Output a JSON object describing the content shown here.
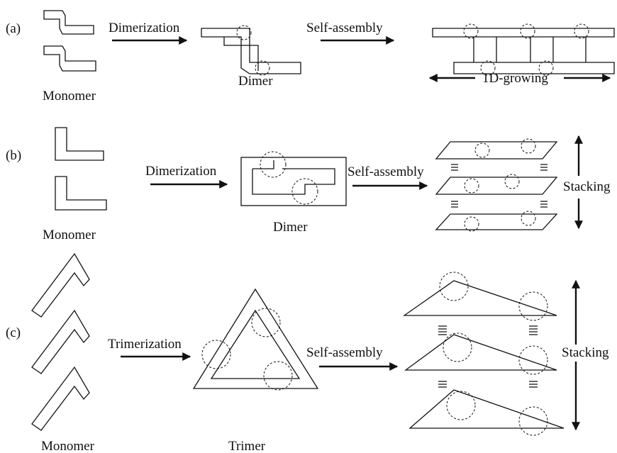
{
  "panels": {
    "a": {
      "tag": "(a)",
      "monomer": "Monomer",
      "step1": "Dimerization",
      "dimer": "Dimer",
      "step2": "Self-assembly",
      "growth": "1D-growing"
    },
    "b": {
      "tag": "(b)",
      "monomer": "Monomer",
      "step1": "Dimerization",
      "dimer": "Dimer",
      "step2": "Self-assembly",
      "stacking": "Stacking"
    },
    "c": {
      "tag": "(c)",
      "monomer": "Monomer",
      "step1": "Trimerization",
      "trimer": "Trimer",
      "step2": "Self-assembly",
      "stacking": "Stacking"
    }
  },
  "colors": {
    "ink": "#111111",
    "background": "#ffffff"
  }
}
